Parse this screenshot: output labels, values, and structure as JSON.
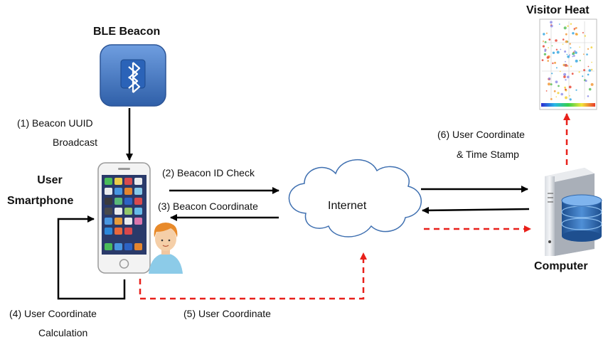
{
  "labels": {
    "ble_beacon": "BLE Beacon",
    "visitor_heat": "Visitor Heat",
    "user": "User",
    "smartphone": "Smartphone",
    "computer": "Computer",
    "internet": "Internet"
  },
  "steps": {
    "s1_line1": "(1)  Beacon UUID",
    "s1_line2": "Broadcast",
    "s2": "(2) Beacon ID Check",
    "s3": "(3) Beacon Coordinate",
    "s4_line1": "(4) User Coordinate",
    "s4_line2": "Calculation",
    "s5": "(5) User Coordinate",
    "s6_line1": "(6) User Coordinate",
    "s6_line2": "& Time Stamp"
  },
  "colors": {
    "arrow_solid": "#000000",
    "arrow_dashed": "#e8201a",
    "beacon_blue": "#3d74c4",
    "cloud_stroke": "#3e6fb0"
  },
  "icons": [
    "bluetooth-icon",
    "smartphone-icon",
    "user-avatar-icon",
    "server-icon",
    "database-icon",
    "cloud-icon",
    "heatmap-thumbnail"
  ]
}
